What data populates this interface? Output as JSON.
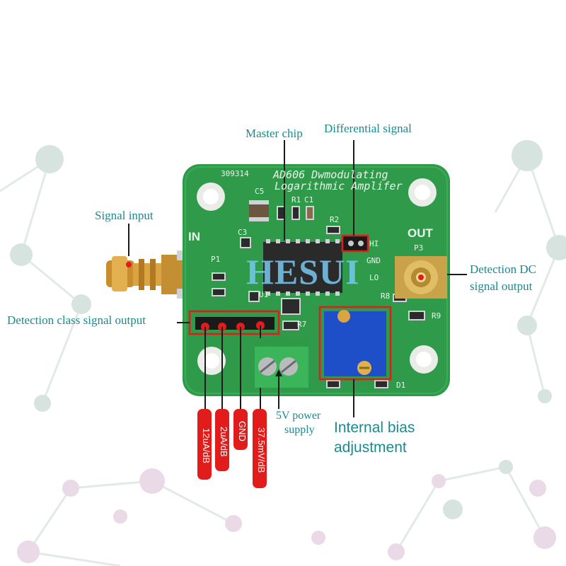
{
  "board": {
    "serial": "309314",
    "title_line1": "AD606 Dwmodulating",
    "title_line2": "Logarithmic Amplifer",
    "in_label": "IN",
    "out_label": "OUT",
    "p1": "P1",
    "p3": "P3",
    "u1": "U1",
    "r1": "R1",
    "r2": "R2",
    "r8": "R8",
    "r9": "R9",
    "r7": "R7",
    "c1": "C1",
    "c3": "C3",
    "c5": "C5",
    "d1": "D1",
    "hi": "HI",
    "lo": "LO",
    "gnd": "GND"
  },
  "watermark": "HESUI",
  "annotations": {
    "master_chip": "Master chip",
    "differential_signal": "Differential signal",
    "signal_input": "Signal input",
    "detection_dc_line1": "Detection DC",
    "detection_dc_line2": "signal output",
    "detection_class": "Detection class signal output",
    "power_line1": "5V power",
    "power_line2": "supply",
    "bias_line1": "Internal bias",
    "bias_line2": "adjustment"
  },
  "pin_tags": [
    "12uA/dB",
    "2uA/dB",
    "GND",
    "37.5mV/dB"
  ],
  "colors": {
    "pcb": "#2f9a4a",
    "annotation_text": "#1a8a8f",
    "marker": "#e21b1b",
    "pot": "#1f4fc8"
  }
}
